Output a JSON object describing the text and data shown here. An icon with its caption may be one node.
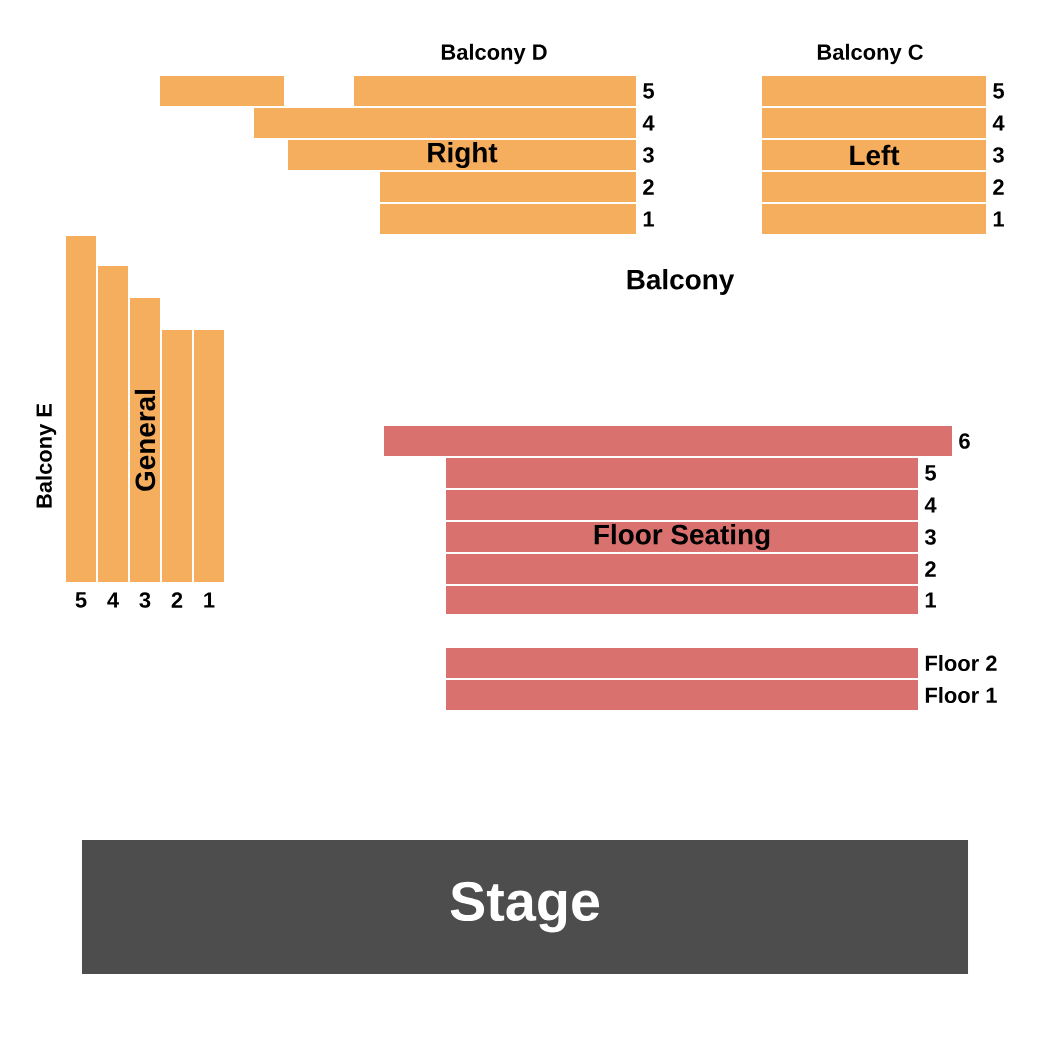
{
  "diagram": {
    "nodes": [
      {
        "text": [],
        "shape": "bar"
      },
      {
        "text": [],
        "shape": "bar",
        "beside": [
          "5"
        ]
      },
      {
        "text": [],
        "shape": "bar",
        "beside": [
          "4"
        ]
      },
      {
        "text": [
          "Right"
        ],
        "beside": [
          "3"
        ]
      },
      {
        "text": [],
        "shape": "bar",
        "beside": [
          "2"
        ]
      },
      {
        "text": [],
        "shape": "bar",
        "beside": [
          "1"
        ]
      },
      {
        "text": [],
        "shape": "bar",
        "beside": [
          "5"
        ]
      },
      {
        "text": [],
        "shape": "bar",
        "beside": [
          "4"
        ]
      },
      {
        "text": [
          "Left"
        ],
        "beside": [
          "3"
        ]
      },
      {
        "text": [],
        "shape": "bar",
        "beside": [
          "2"
        ]
      },
      {
        "text": [],
        "shape": "bar",
        "beside": [
          "1"
        ]
      },
      {
        "text": [],
        "shape": "bar",
        "beside": [
          "5"
        ]
      },
      {
        "text": [],
        "shape": "bar",
        "beside": [
          "4"
        ]
      },
      {
        "text": [
          "General"
        ],
        "beside": [
          "3"
        ]
      },
      {
        "text": [],
        "shape": "bar",
        "beside": [
          "2"
        ]
      },
      {
        "text": [],
        "shape": "bar",
        "beside": [
          "1"
        ]
      },
      {
        "text": [],
        "shape": "bar",
        "beside": [
          "6"
        ]
      },
      {
        "text": [],
        "shape": "bar",
        "beside": [
          "5"
        ]
      },
      {
        "text": [],
        "shape": "bar",
        "beside": [
          "4"
        ]
      },
      {
        "text": [
          "Floor Seating"
        ],
        "beside": [
          "3"
        ]
      },
      {
        "text": [],
        "shape": "bar",
        "beside": [
          "2"
        ]
      },
      {
        "text": [],
        "shape": "bar",
        "beside": [
          "1"
        ]
      },
      {
        "text": [],
        "shape": "bar",
        "beside": [
          "Floor 2"
        ]
      },
      {
        "text": [],
        "shape": "bar",
        "beside": [
          "Floor 1"
        ]
      },
      {
        "text": [
          "Stage"
        ]
      }
    ],
    "labels": [
      "Balcony D",
      "Balcony C",
      "Balcony",
      "Balcony E"
    ]
  }
}
